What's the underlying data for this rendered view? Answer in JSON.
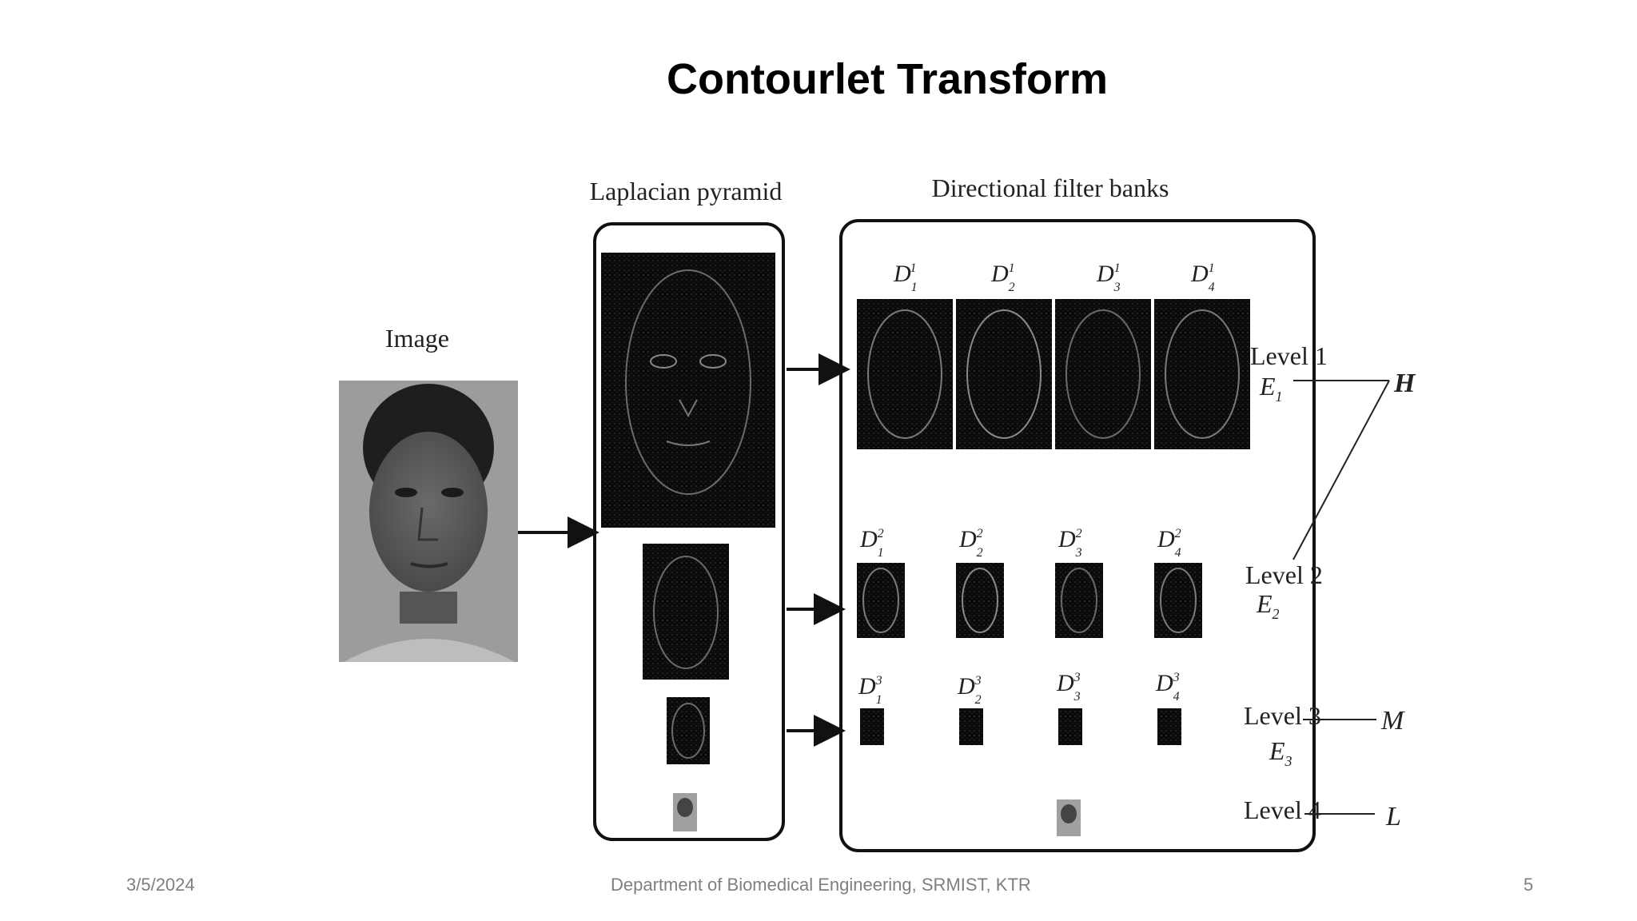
{
  "slide": {
    "title": "Contourlet Transform",
    "footer_date": "3/5/2024",
    "footer_center": "Department of Biomedical Engineering, SRMIST, KTR",
    "page_number": "5"
  },
  "diagram": {
    "image_label": "Image",
    "laplacian_label": "Laplacian pyramid",
    "dfb_label": "Directional filter banks",
    "levels": [
      {
        "label": "Level 1",
        "energy": "E",
        "energy_sub": "1",
        "band": "H"
      },
      {
        "label": "Level 2",
        "energy": "E",
        "energy_sub": "2",
        "band": ""
      },
      {
        "label": "Level 3",
        "energy": "E",
        "energy_sub": "3",
        "band": "M"
      },
      {
        "label": "Level 4",
        "energy": "",
        "energy_sub": "",
        "band": "L"
      }
    ],
    "subbands": {
      "symbol": "D",
      "directions": [
        "1",
        "2",
        "3",
        "4"
      ],
      "scales": [
        "1",
        "2",
        "3"
      ]
    }
  }
}
